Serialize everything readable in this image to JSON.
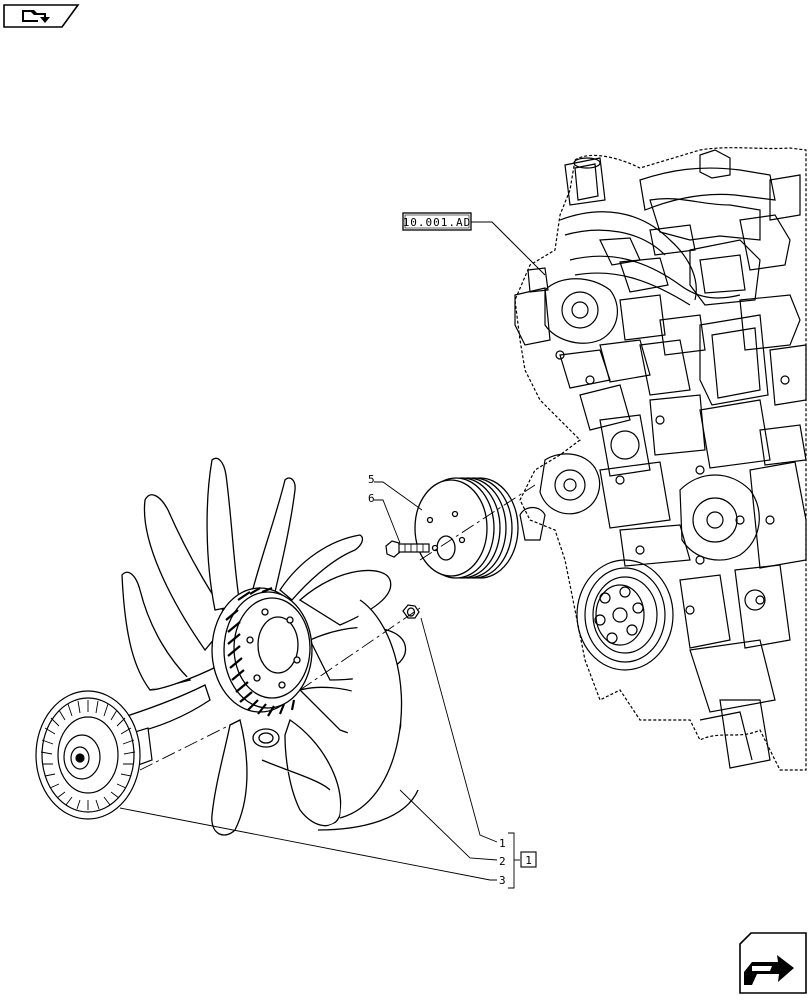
{
  "reference_box": {
    "label": "10.001.AD"
  },
  "group_box": {
    "label": "1"
  },
  "callouts": [
    {
      "id": "1",
      "part": "fan-clutch-nut"
    },
    {
      "id": "2",
      "part": "fan-blade"
    },
    {
      "id": "3",
      "part": "viscous-fan-clutch"
    },
    {
      "id": "5",
      "part": "fan-pulley"
    },
    {
      "id": "6",
      "part": "pulley-bolt"
    }
  ],
  "icons": {
    "top_left": "previous-page-arrow-icon",
    "bottom_right": "next-page-arrow-icon"
  },
  "colors": {
    "line": "#000000",
    "background": "#ffffff",
    "engine_hatch": "#f2f2f2"
  }
}
